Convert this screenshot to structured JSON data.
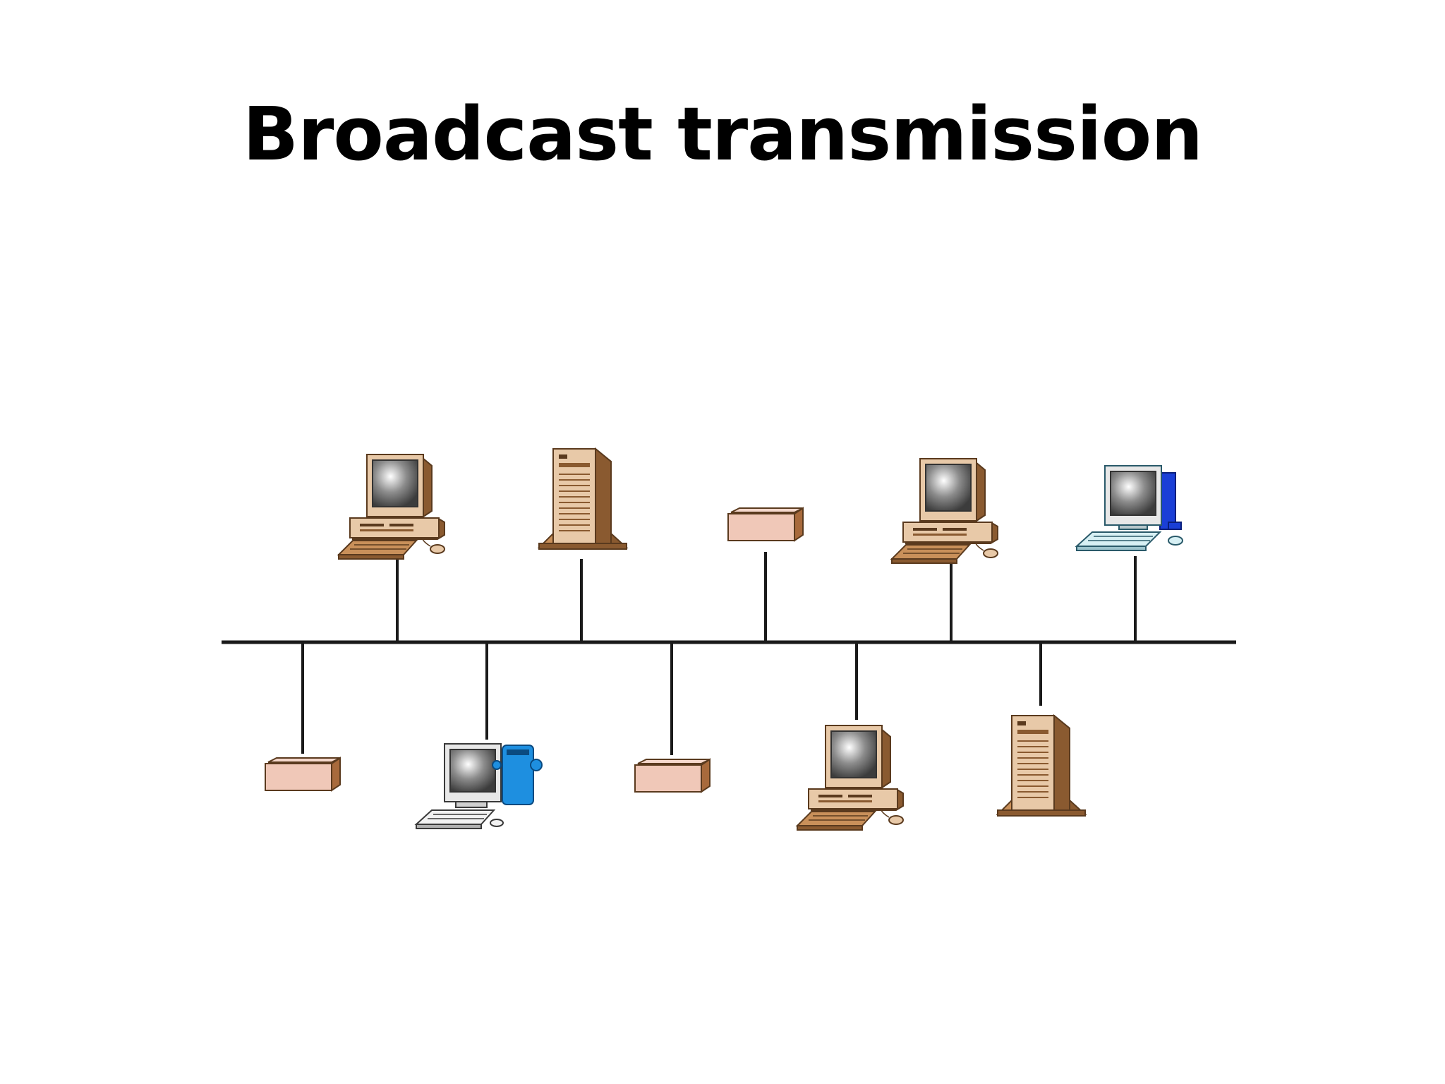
{
  "slide": {
    "title": "Broadcast transmission"
  },
  "diagram": {
    "topology": "bus",
    "colors": {
      "line": "#1a1a1a",
      "case_tan": "#c9905a",
      "case_dark": "#8a5a30",
      "case_light": "#e8c9a8",
      "hub_pink": "#f0c8b8",
      "screen": "#6d6d6d",
      "accent_blue": "#1a3fd6",
      "accent_cyan": "#1e8fe0",
      "keyboard_light": "#d7f0f4"
    },
    "nodes_top": [
      {
        "name": "workstation-top-1",
        "icon": "desktop-computer-icon"
      },
      {
        "name": "server-top-2",
        "icon": "tower-server-icon"
      },
      {
        "name": "hub-top-3",
        "icon": "network-hub-icon"
      },
      {
        "name": "workstation-top-4",
        "icon": "desktop-computer-icon"
      },
      {
        "name": "workstation-top-5",
        "icon": "desktop-computer-blue-icon"
      }
    ],
    "nodes_bottom": [
      {
        "name": "hub-bottom-1",
        "icon": "network-hub-icon"
      },
      {
        "name": "workstation-bottom-2",
        "icon": "desktop-computer-cyan-icon"
      },
      {
        "name": "hub-bottom-3",
        "icon": "network-hub-icon"
      },
      {
        "name": "workstation-bottom-4",
        "icon": "desktop-computer-icon"
      },
      {
        "name": "server-bottom-5",
        "icon": "tower-server-icon"
      }
    ]
  }
}
